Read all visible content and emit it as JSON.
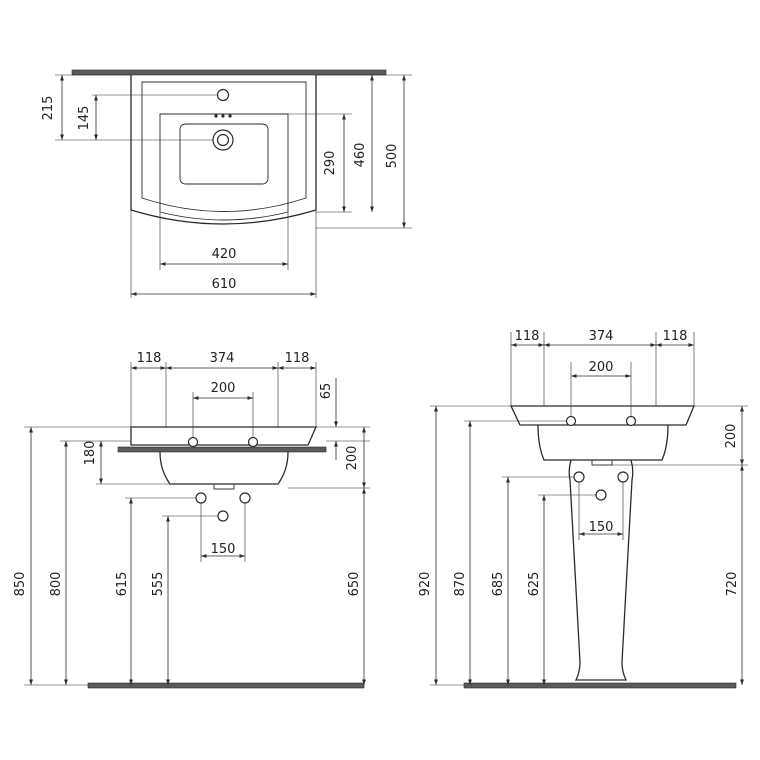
{
  "top_view": {
    "d_215": "215",
    "d_145": "145",
    "d_290": "290",
    "d_460": "460",
    "d_500": "500",
    "d_420": "420",
    "d_610": "610"
  },
  "front_view": {
    "d_118_left": "118",
    "d_374": "374",
    "d_118_right": "118",
    "d_200": "200",
    "d_65": "65",
    "d_180": "180",
    "d_200_side": "200",
    "d_150": "150",
    "d_850": "850",
    "d_800": "800",
    "d_615": "615",
    "d_555": "555",
    "d_650": "650"
  },
  "pedestal_view": {
    "d_118_left": "118",
    "d_374": "374",
    "d_118_right": "118",
    "d_200": "200",
    "d_200_side": "200",
    "d_150": "150",
    "d_920": "920",
    "d_870": "870",
    "d_685": "685",
    "d_625": "625",
    "d_720": "720"
  }
}
